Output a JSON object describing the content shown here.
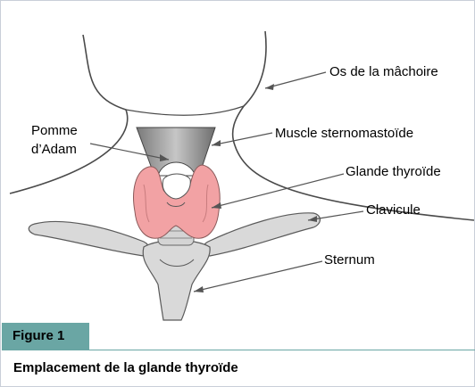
{
  "labels": {
    "pomme_line1": "Pomme",
    "pomme_line2": "d’Adam",
    "os_machoire": "Os de la mâchoire",
    "muscle": "Muscle sternomastoïde",
    "glande": "Glande thyroïde",
    "clavicule": "Clavicule",
    "sternum": "Sternum"
  },
  "figure": {
    "tab": "Figure 1",
    "caption": "Emplacement de la glande thyroïde"
  },
  "colors": {
    "thyroid": "#f2a2a4",
    "bone": "#d9d9d9",
    "tab": "#6aa6a4"
  }
}
